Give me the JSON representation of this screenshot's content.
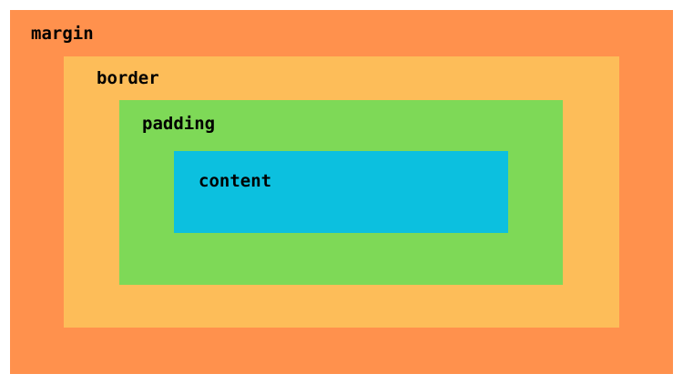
{
  "colors": {
    "margin": "#ff914d",
    "border": "#fdbd59",
    "padding": "#7ed957",
    "content": "#0cc0df",
    "text": "#000000"
  },
  "labels": {
    "margin": "margin",
    "border": "border",
    "padding": "padding",
    "content": "content"
  }
}
